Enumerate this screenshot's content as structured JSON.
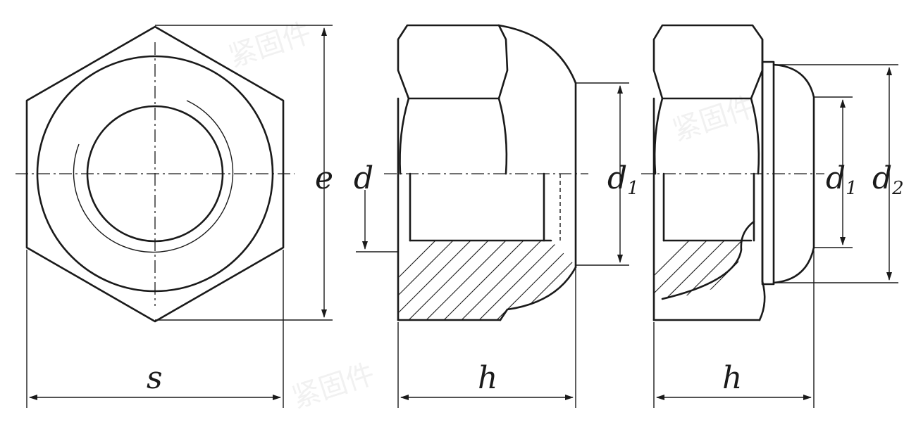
{
  "labels": {
    "s": "s",
    "e": "e",
    "d": "d",
    "h_side": "h",
    "h_right": "h",
    "d1_side": "d",
    "d1_side_sub": "1",
    "d1_right": "d",
    "d1_right_sub": "1",
    "d2": "d",
    "d2_sub": "2"
  }
}
